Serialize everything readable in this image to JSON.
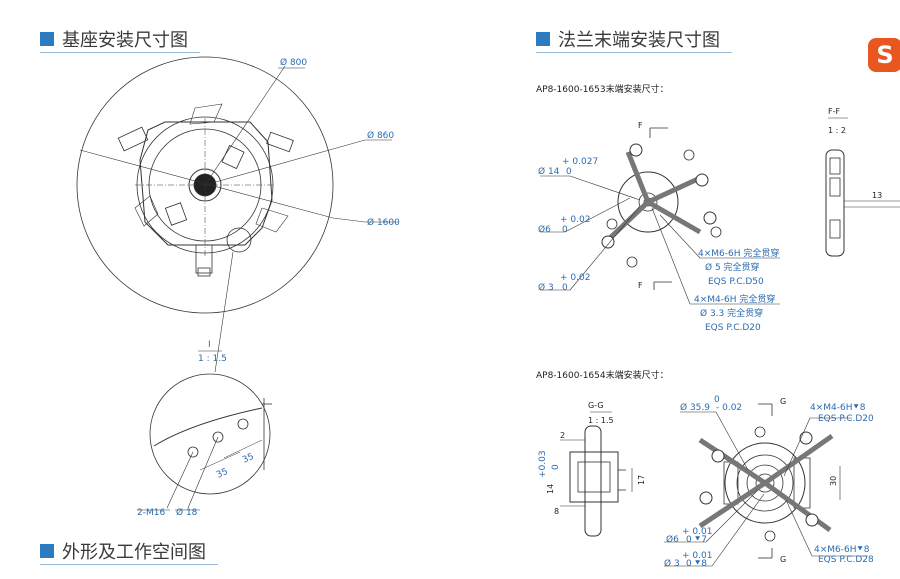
{
  "sections": {
    "base_title": "基座安装尺寸图",
    "flange_title": "法兰末端安装尺寸图",
    "workspace_title": "外形及工作空间图"
  },
  "flange": {
    "model_a": "AP8-1600-1653末端安装尺寸：",
    "model_b": "AP8-1600-1654末端安装尺寸："
  },
  "base_labels": {
    "d800": "Ø 800",
    "d860": "Ø 860",
    "d1600": "Ø 1600",
    "detail_i": "I",
    "detail_scale": "1 : 1.5",
    "hole_35a": "35",
    "hole_35b": "35",
    "m16": "2-M16",
    "d18": "Ø 18"
  },
  "a_labels": {
    "f_top": "F",
    "f_bot": "F",
    "d14": "Ø 14",
    "d14_tol": "+ 0.027",
    "d14_tol0": "0",
    "d6": "Ø6",
    "d6_tol": "+ 0.02",
    "d6_tol0": "0",
    "d3": "Ø 3",
    "d3_tol": "+ 0.02",
    "d3_tol0": "0",
    "m6_1": "4×M6-6H 完全贯穿",
    "m6_2": "Ø 5 完全贯穿",
    "m6_3": "EQS  P.C.D50",
    "m4_1": "4×M4-6H 完全贯穿",
    "m4_2": "Ø 3.3 完全贯穿",
    "m4_3": "EQS  P.C.D20",
    "ff": "F-F",
    "ff_scale": "1 : 2",
    "dim13": "13"
  },
  "b_labels": {
    "gg": "G-G",
    "gg_scale": "1 : 1.5",
    "dim2": "2",
    "dim14": "14",
    "dim14_tol": "+0.03",
    "dim14_tol0": "0",
    "dim17": "17",
    "dim8": "8",
    "d359": "Ø 35.9",
    "d359_tol0": "0",
    "d359_tol": "- 0.02",
    "g_top": "G",
    "g_bot": "G",
    "m4": "4×M4-6H⯆8",
    "m4_eqs": "EQS  P.C.D20",
    "dim30": "30",
    "d6": "Ø6",
    "d6_tol": "+ 0.01",
    "d6_tol0": "0",
    "d6_depth": "⯆7",
    "d3": "Ø 3",
    "d3_tol": "+ 0.01",
    "d3_tol0": "0",
    "d3_depth": "⯆8",
    "m6": "4×M6-6H⯆8",
    "m6_eqs": "EQS  P.C.D28"
  },
  "logo_text": "S",
  "colors": {
    "accent": "#2b7bc0",
    "dimension": "#2b6cb0",
    "line": "#333333"
  }
}
